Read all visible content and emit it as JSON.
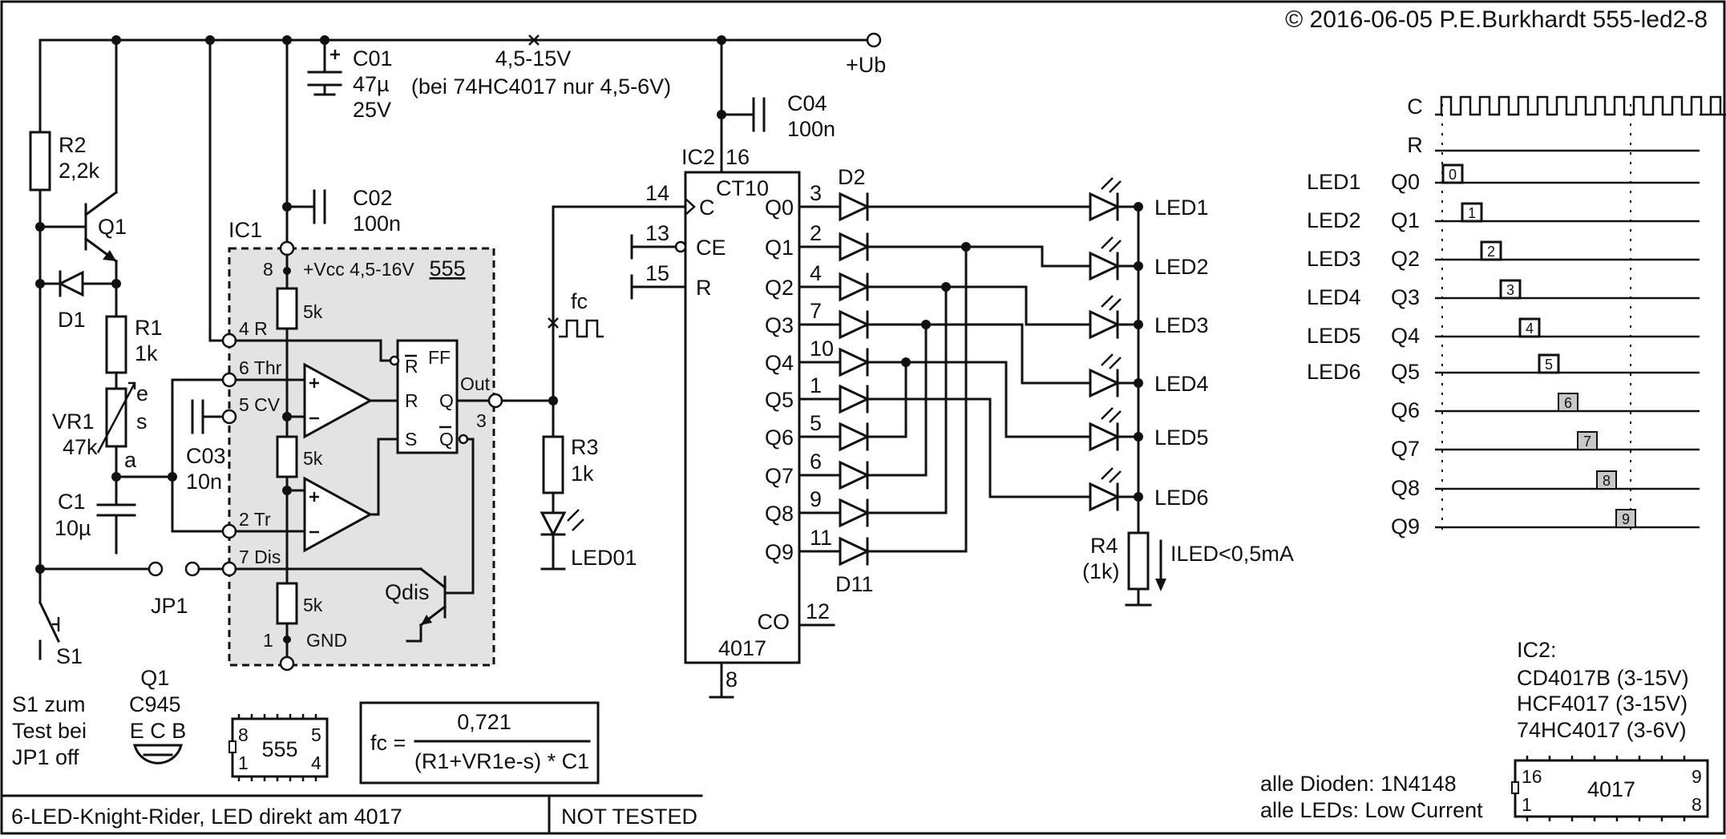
{
  "header": {
    "copyright": "© 2016-06-05 P.E.Burkhardt 555-led2-8"
  },
  "supply": {
    "label": "+Ub",
    "range": "4,5-15V",
    "note": "(bei 74HC4017 nur 4,5-6V)"
  },
  "components": {
    "r2": [
      "R2",
      "2,2k"
    ],
    "q1": "Q1",
    "d1": "D1",
    "r1": [
      "R1",
      "1k"
    ],
    "vr1": [
      "VR1",
      "47k"
    ],
    "vr1_pins": [
      "e",
      "s",
      "a"
    ],
    "c1": [
      "C1",
      "10µ"
    ],
    "c01": [
      "C01",
      "47µ",
      "25V"
    ],
    "c02": [
      "C02",
      "100n"
    ],
    "c03": [
      "C03",
      "10n"
    ],
    "c04": [
      "C04",
      "100n"
    ],
    "r3": [
      "R3",
      "1k"
    ],
    "led01": "LED01",
    "fc_label": "fc",
    "r4": [
      "R4",
      "(1k)"
    ],
    "iled": "ILED<0,5mA",
    "jp1": "JP1",
    "s1": "S1",
    "d2": "D2",
    "d11": "D11"
  },
  "ic1": {
    "name": "IC1",
    "chip": "555",
    "vcc": "+Vcc  4,5-16V",
    "gnd": "GND",
    "ff": "FF",
    "pins": [
      "8",
      "4 R",
      "6 Thr",
      "5 CV",
      "2 Tr",
      "7 Dis",
      "1",
      "Out",
      "3"
    ],
    "res": "5k",
    "qdis": "Qdis",
    "ff_in": [
      "R",
      "R",
      "S"
    ],
    "ff_out": [
      "Q",
      "Q"
    ]
  },
  "ic2": {
    "name": "IC2",
    "label": "CT10",
    "part": "4017",
    "pin16": "16",
    "pin8": "8",
    "inputs": [
      {
        "num": "14",
        "name": "C"
      },
      {
        "num": "13",
        "name": "CE"
      },
      {
        "num": "15",
        "name": "R"
      }
    ],
    "outputs": [
      {
        "name": "Q0",
        "num": "3"
      },
      {
        "name": "Q1",
        "num": "2"
      },
      {
        "name": "Q2",
        "num": "4"
      },
      {
        "name": "Q3",
        "num": "7"
      },
      {
        "name": "Q4",
        "num": "10"
      },
      {
        "name": "Q5",
        "num": "1"
      },
      {
        "name": "Q6",
        "num": "5"
      },
      {
        "name": "Q7",
        "num": "6"
      },
      {
        "name": "Q8",
        "num": "9"
      },
      {
        "name": "Q9",
        "num": "11"
      }
    ],
    "co": {
      "name": "CO",
      "num": "12"
    }
  },
  "leds": [
    "LED1",
    "LED2",
    "LED3",
    "LED4",
    "LED5",
    "LED6"
  ],
  "timing": {
    "clock": "C",
    "reset": "R",
    "rows": [
      {
        "led": "LED1",
        "q": "Q0"
      },
      {
        "led": "LED2",
        "q": "Q1"
      },
      {
        "led": "LED3",
        "q": "Q2"
      },
      {
        "led": "LED4",
        "q": "Q3"
      },
      {
        "led": "LED5",
        "q": "Q4"
      },
      {
        "led": "LED6",
        "q": "Q5"
      },
      {
        "led": "",
        "q": "Q6"
      },
      {
        "led": "",
        "q": "Q7"
      },
      {
        "led": "",
        "q": "Q8"
      },
      {
        "led": "",
        "q": "Q9"
      }
    ],
    "pulse_numbers": [
      "0",
      "1",
      "2",
      "3",
      "4",
      "5",
      "6",
      "7",
      "8",
      "9"
    ]
  },
  "notes": {
    "s1": [
      "S1 zum",
      "Test bei",
      "JP1 off"
    ],
    "q1_pkg": [
      "Q1",
      "C945",
      "E C B"
    ],
    "pkg555": [
      "8",
      "555",
      "5",
      "1",
      "4"
    ],
    "formula": {
      "lhs": "fc =",
      "num": "0,721",
      "den": "(R1+VR1e-s) * C1"
    },
    "ic2_types": [
      "IC2:",
      "CD4017B (3-15V)",
      "HCF4017 (3-15V)",
      "74HC4017 (3-6V)"
    ],
    "diodes": "alle Dioden: 1N4148",
    "leds": "alle LEDs: Low Current",
    "pkg4017": [
      "16",
      "4017",
      "9",
      "1",
      "8"
    ]
  },
  "footer": {
    "title": "6-LED-Knight-Rider, LED direkt am 4017",
    "status": "NOT TESTED"
  }
}
